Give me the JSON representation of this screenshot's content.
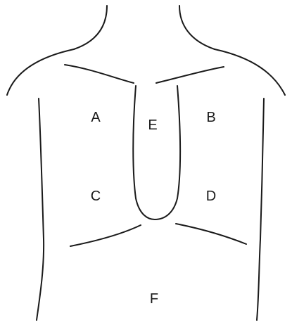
{
  "diagram": {
    "regions": [
      {
        "id": "A",
        "label": "A"
      },
      {
        "id": "B",
        "label": "B"
      },
      {
        "id": "C",
        "label": "C"
      },
      {
        "id": "D",
        "label": "D"
      },
      {
        "id": "E",
        "label": "E"
      },
      {
        "id": "F",
        "label": "F"
      }
    ]
  },
  "colors": {
    "stroke": "#1a1a1a",
    "background": "#ffffff"
  }
}
